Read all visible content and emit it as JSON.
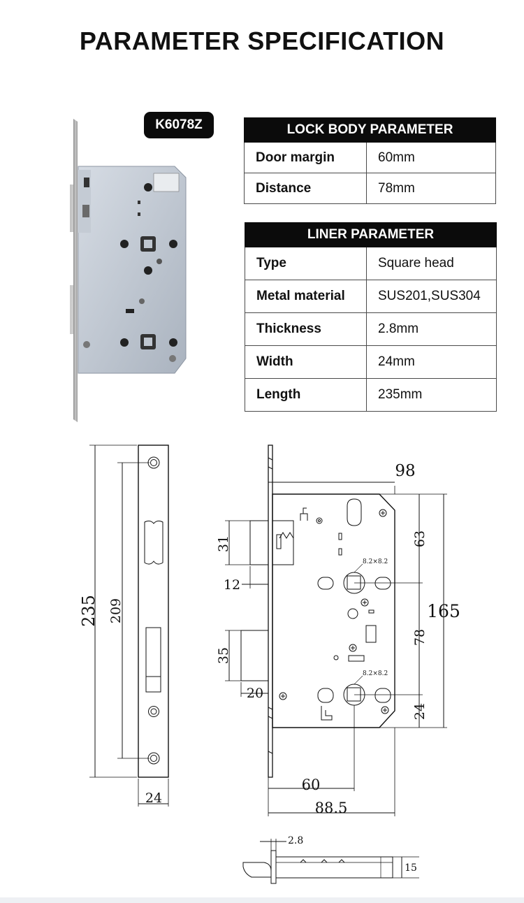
{
  "title": "PARAMETER SPECIFICATION",
  "model": "K6078Z",
  "lock_body": {
    "header": "LOCK BODY PARAMETER",
    "rows": [
      {
        "label": "Door margin",
        "value": "60mm"
      },
      {
        "label": "Distance",
        "value": "78mm"
      }
    ]
  },
  "liner": {
    "header": "LINER PARAMETER",
    "rows": [
      {
        "label": "Type",
        "value": "Square head"
      },
      {
        "label": "Metal material",
        "value": "SUS201,SUS304"
      },
      {
        "label": "Thickness",
        "value": "2.8mm"
      },
      {
        "label": "Width",
        "value": "24mm"
      },
      {
        "label": "Length",
        "value": "235mm"
      }
    ]
  },
  "drawing": {
    "faceplate_length": "235",
    "hole_spacing": "209",
    "faceplate_width": "24",
    "total_height": "165",
    "top_offset": "98",
    "top_to_spindle": "63",
    "spindle_distance": "78",
    "bottom_offset": "24",
    "latch_height": "31",
    "latch_projection": "12",
    "bolt_height": "35",
    "bolt_projection": "20",
    "backset": "60",
    "body_width": "88.5",
    "spindle_size_1": "8.2×8.2",
    "spindle_size_2": "8.2×8.2",
    "plate_thickness": "2.8",
    "side_width": "15"
  }
}
